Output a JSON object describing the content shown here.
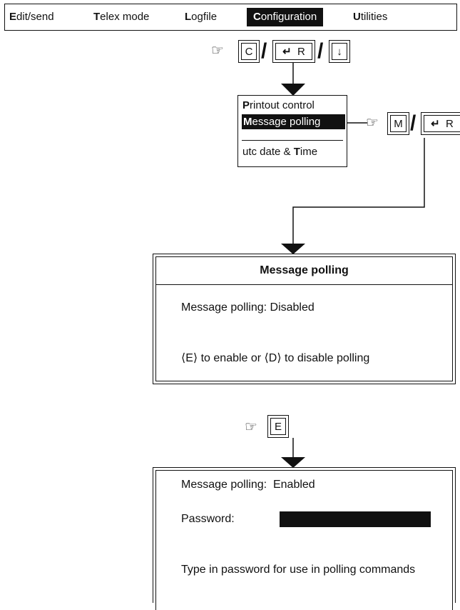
{
  "menubar": {
    "items": [
      {
        "hot": "E",
        "rest": "dit/send"
      },
      {
        "hot": "T",
        "rest": "elex mode"
      },
      {
        "hot": "L",
        "rest": "ogfile"
      },
      {
        "hot": "C",
        "rest": "onfiguration"
      },
      {
        "hot": "U",
        "rest": "tilities"
      }
    ],
    "active_index": 3
  },
  "keys_row1": {
    "k1": "C",
    "k2_letter": "R",
    "k3": "↓"
  },
  "submenu": {
    "items": [
      {
        "hot": "P",
        "rest": "rintout control"
      },
      {
        "hot": "M",
        "rest": "essage polling"
      },
      {
        "pre": "utc date & ",
        "hot": "T",
        "rest": "ime"
      }
    ]
  },
  "keys_row2": {
    "k1": "M",
    "k2_letter": "R"
  },
  "dialog1": {
    "title": "Message polling",
    "status": "Message polling: Disabled",
    "hint": "⟨E⟩ to enable or ⟨D⟩ to disable polling"
  },
  "keys_row3": {
    "k1": "E"
  },
  "dialog2": {
    "status_label": "Message polling:",
    "status_value": "Enabled",
    "password_label": "Password:",
    "hint": "Type in password for use in polling commands"
  },
  "icons": {
    "hand": "pointing-hand-icon",
    "enter": "enter-key-icon",
    "arrow": "down-arrow-icon"
  }
}
